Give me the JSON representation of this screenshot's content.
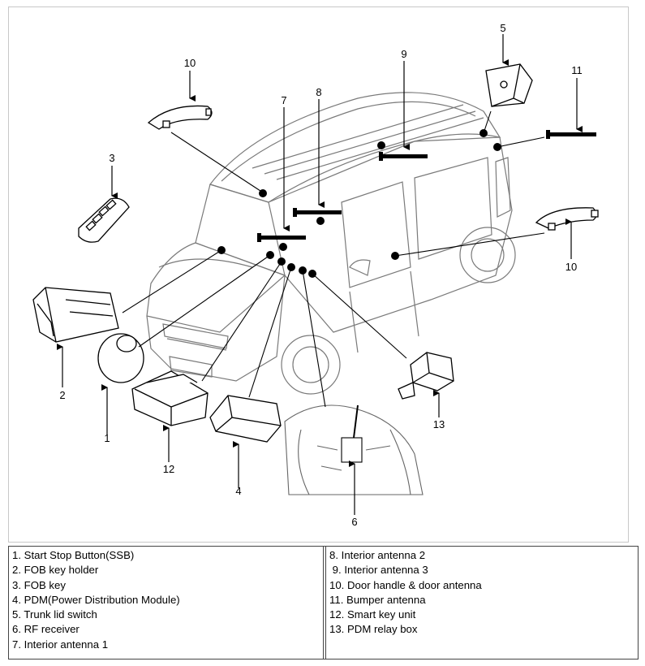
{
  "callouts": [
    "1",
    "2",
    "3",
    "4",
    "5",
    "6",
    "7",
    "8",
    "9",
    "10",
    "11",
    "12",
    "13"
  ],
  "legend": {
    "left": [
      "1. Start Stop Button(SSB)",
      "2. FOB key holder",
      "3. FOB key",
      "4. PDM(Power Distribution Module)",
      "5. Trunk lid switch",
      "6. RF receiver",
      "7. Interior antenna 1"
    ],
    "right": [
      "8. Interior antenna 2",
      " 9. Interior antenna 3",
      "10. Door handle & door antenna",
      "11. Bumper antenna",
      "12. Smart key unit",
      "13. PDM relay box"
    ]
  }
}
